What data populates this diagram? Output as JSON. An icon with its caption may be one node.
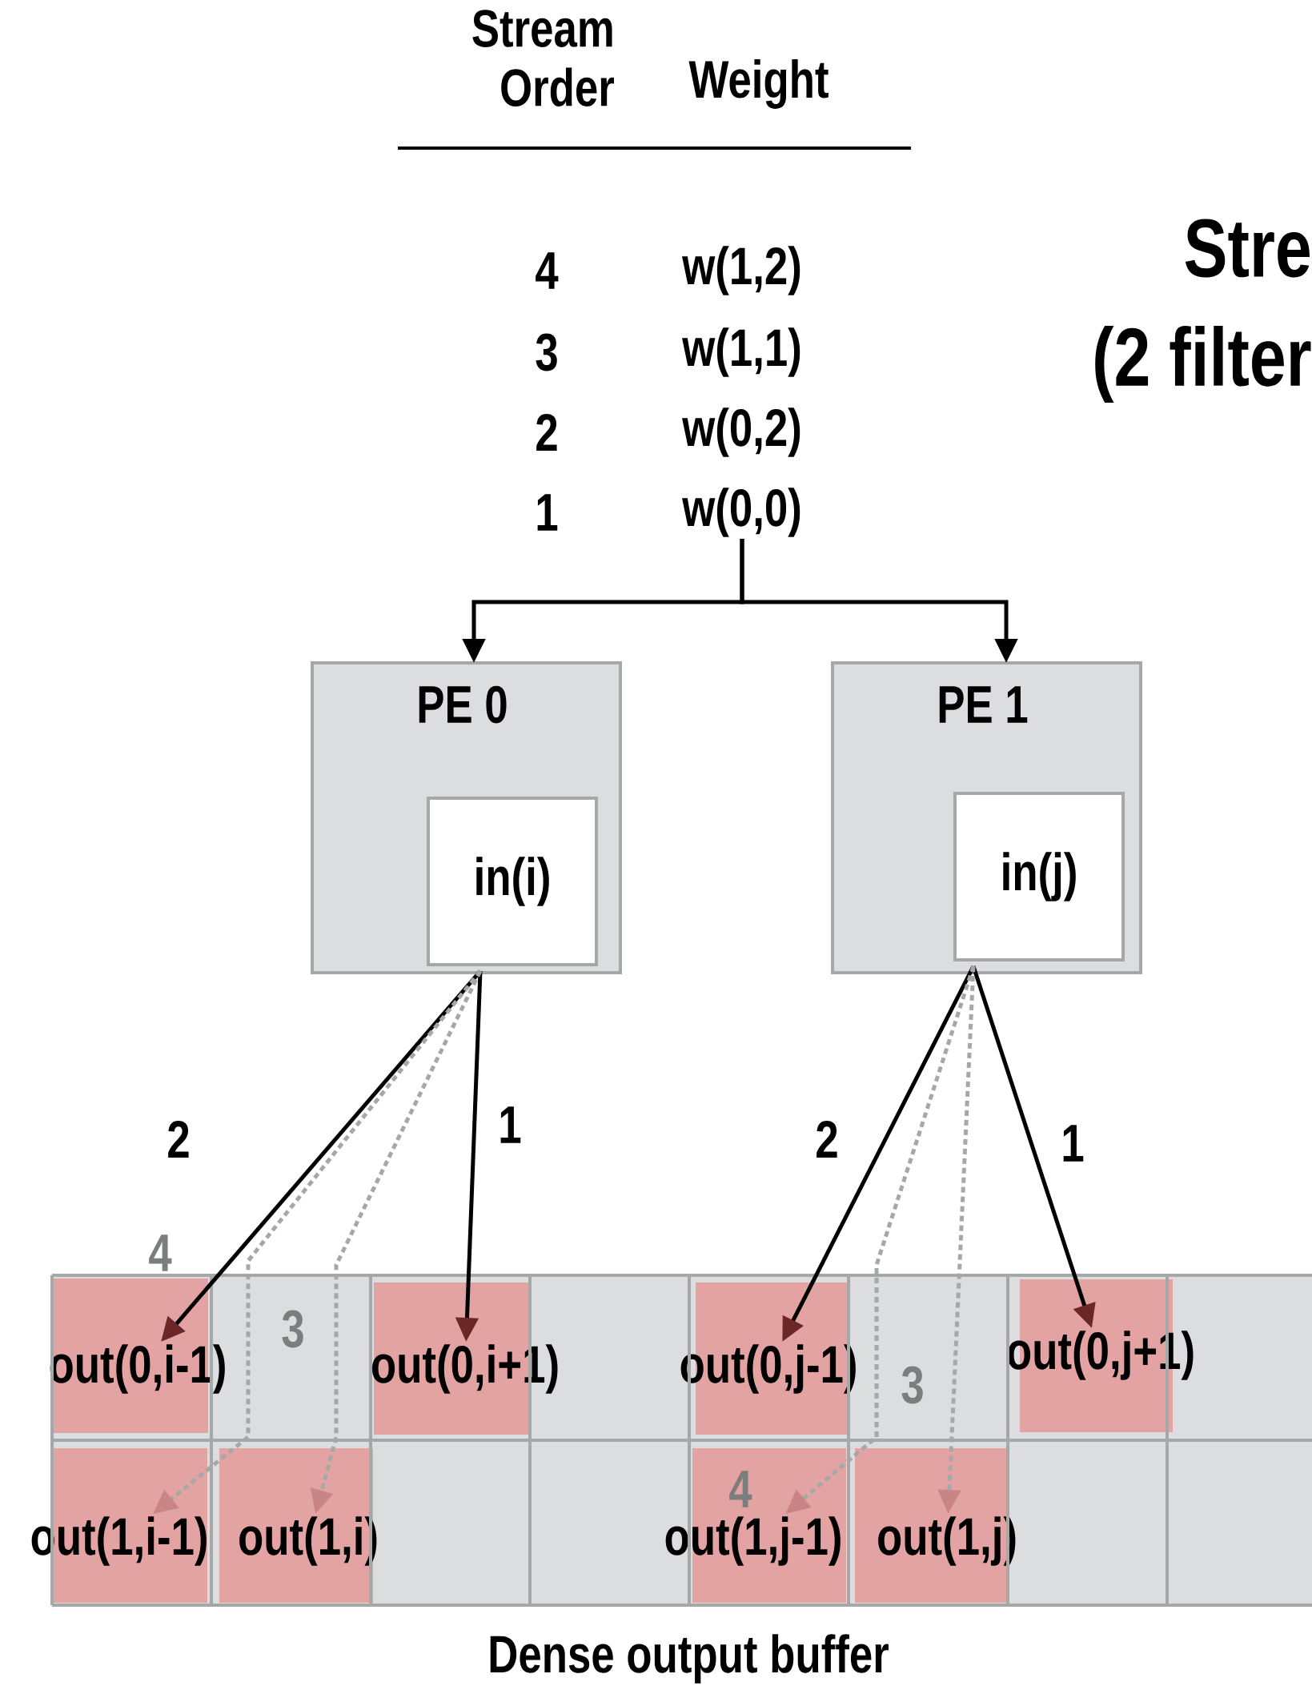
{
  "diagram": {
    "title": "Stre",
    "nodes": [
      {
        "text": [
          "w(0,0)"
        ]
      },
      {
        "text": [
          "PE 0"
        ]
      },
      {
        "text": [
          "in(i)"
        ],
        "in": 1
      },
      {
        "text": [
          "PE 1"
        ]
      },
      {
        "text": [
          "in(j)"
        ],
        "in": 3
      },
      {
        "text": [
          "Dense output buffer"
        ]
      },
      {
        "text": [
          "out(0,i-1)"
        ],
        "in": 5
      },
      {
        "text": [
          "out(0,i+1)"
        ],
        "in": 5
      },
      {
        "text": [
          "out(0,j-1)"
        ],
        "in": 5
      },
      {
        "text": [
          "out(0,j+1)"
        ],
        "in": 5
      },
      {
        "text": [
          "out(1,i-1)"
        ],
        "in": 5
      },
      {
        "text": [
          "out(1,i)"
        ],
        "in": 5
      },
      {
        "text": [
          "out(1,j-1)"
        ],
        "in": 5
      },
      {
        "text": [
          "out(1,j)"
        ],
        "in": 5
      }
    ],
    "edges": [
      {
        "from": 0,
        "to": 1,
        "arrow": "to"
      },
      {
        "from": 0,
        "to": 3,
        "arrow": "to"
      },
      {
        "from": 2,
        "to": 6,
        "arrow": "to",
        "label": "2"
      },
      {
        "from": 2,
        "to": 7,
        "arrow": "to",
        "label": "1"
      },
      {
        "from": 2,
        "to": 10,
        "arrow": "to",
        "label": "4",
        "style": "dashed",
        "color": "#a6a8a8"
      },
      {
        "from": 2,
        "to": 11,
        "arrow": "to",
        "label": "3",
        "style": "dashed",
        "color": "#a6a8a8"
      },
      {
        "from": 4,
        "to": 8,
        "arrow": "to",
        "label": "2"
      },
      {
        "from": 4,
        "to": 9,
        "arrow": "to",
        "label": "1"
      },
      {
        "from": 4,
        "to": 12,
        "arrow": "to",
        "label": "4",
        "style": "dashed",
        "color": "#a6a8a8"
      },
      {
        "from": 4,
        "to": 13,
        "arrow": "to",
        "label": "3",
        "style": "dashed",
        "color": "#a6a8a8"
      }
    ],
    "labels": [
      "Stream Order",
      "Weight",
      "4",
      "w(1,2)",
      "3",
      "w(1,1)",
      "2",
      "w(0,2)",
      "1",
      "(2 filter"
    ]
  }
}
